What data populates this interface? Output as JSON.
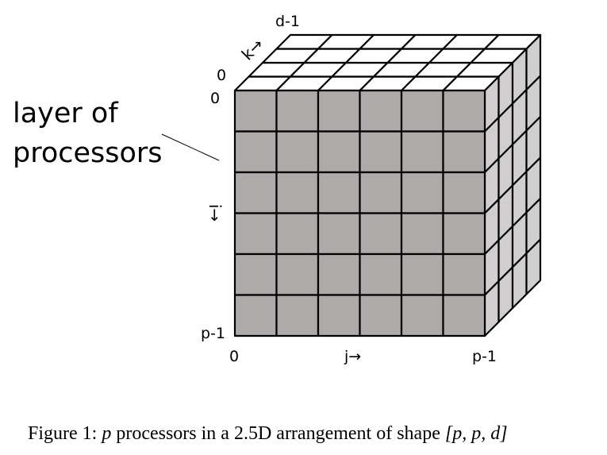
{
  "annotation": {
    "line1": "layer of",
    "line2": "processors"
  },
  "axes": {
    "k_top": "d-1",
    "k_arrow": "k→",
    "k_zero": "0",
    "i_zero": "0",
    "i_arrow": "i→",
    "i_end": "p-1",
    "j_zero": "0",
    "j_arrow": "j→",
    "j_end": "p-1"
  },
  "caption": {
    "prefix": "Figure 1: ",
    "p": "p",
    "middle": " processors in a 2.5D arrangement of shape ",
    "shape": "[p, p, d]"
  },
  "grid": {
    "rows": 6,
    "cols": 6,
    "depth": 4
  },
  "colors": {
    "front_face": "#aeaaaa",
    "right_face": "#d0cece",
    "top_face": "#ffffff",
    "stroke": "#000000"
  }
}
